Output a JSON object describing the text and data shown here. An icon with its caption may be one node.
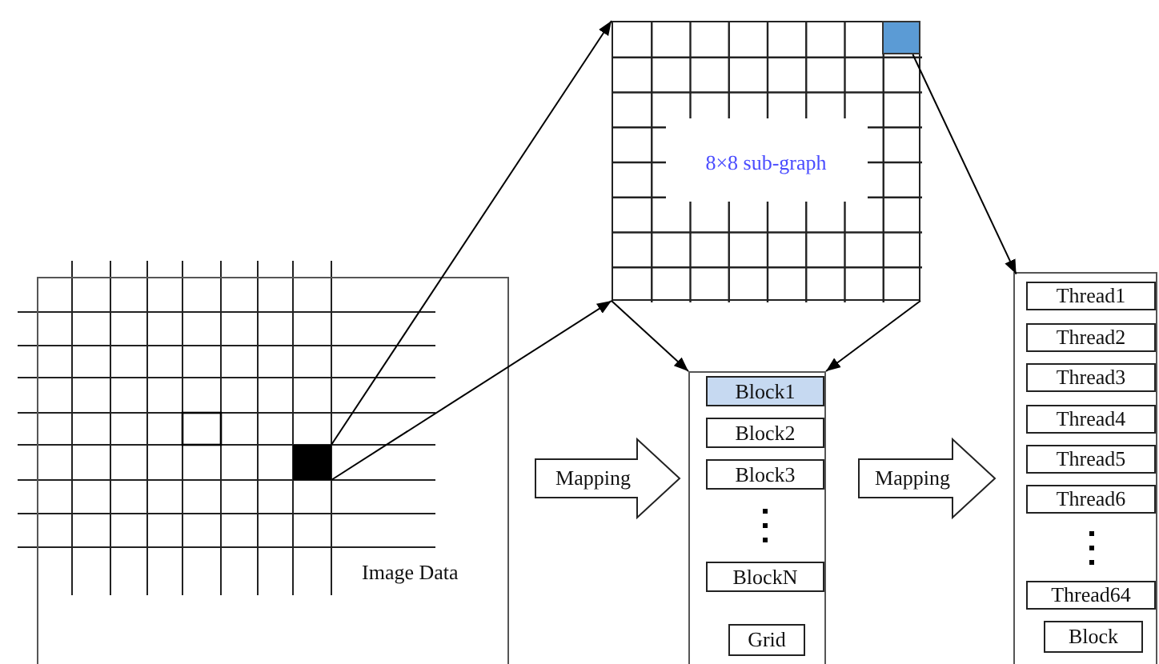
{
  "diagram": {
    "nodes": [
      {
        "text": [
          "Image Data"
        ]
      },
      {
        "text": [],
        "shape": "box",
        "in": 0
      },
      {
        "text": [
          "8×8 sub-graph"
        ]
      },
      {
        "text": [],
        "shape": "box",
        "in": 2
      },
      {
        "text": [],
        "shape": "box"
      },
      {
        "text": [
          "Block1"
        ],
        "in": 4
      },
      {
        "text": [
          "Block2"
        ],
        "in": 4
      },
      {
        "text": [
          "Block3"
        ],
        "in": 4
      },
      {
        "text": [
          "BlockN"
        ],
        "in": 4
      },
      {
        "text": [
          "Grid"
        ],
        "in": 4
      },
      {
        "text": [],
        "shape": "box"
      },
      {
        "text": [
          "Thread1"
        ],
        "in": 10
      },
      {
        "text": [
          "Thread2"
        ],
        "in": 10
      },
      {
        "text": [
          "Thread3"
        ],
        "in": 10
      },
      {
        "text": [
          "Thread4"
        ],
        "in": 10
      },
      {
        "text": [
          "Thread5"
        ],
        "in": 10
      },
      {
        "text": [
          "Thread6"
        ],
        "in": 10
      },
      {
        "text": [
          "Thread64"
        ],
        "in": 10
      },
      {
        "text": [
          "Block"
        ],
        "in": 10
      },
      {
        "text": [
          "Mapping"
        ]
      },
      {
        "text": [
          "Mapping"
        ]
      }
    ],
    "edges": [
      {
        "from": 1,
        "to": 2,
        "arrow": "to"
      },
      {
        "from": 1,
        "to": 2,
        "arrow": "to"
      },
      {
        "from": 2,
        "to": 4,
        "arrow": "to"
      },
      {
        "from": 2,
        "to": 4,
        "arrow": "to"
      },
      {
        "from": 3,
        "to": 10,
        "arrow": "to"
      }
    ]
  }
}
